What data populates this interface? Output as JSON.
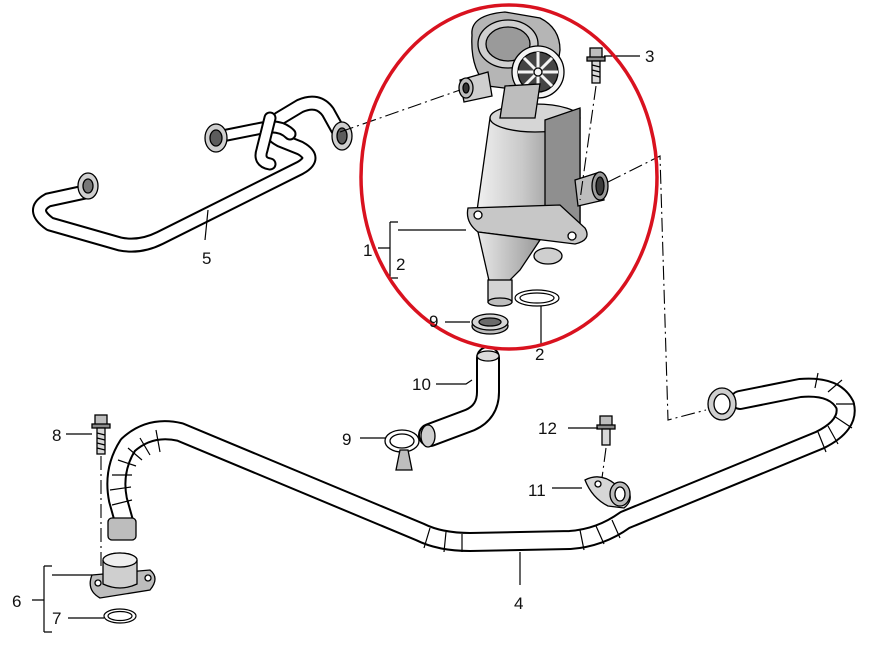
{
  "callouts": {
    "c1": "1",
    "c2a": "2",
    "c2b": "2",
    "c3": "3",
    "c4": "4",
    "c5": "5",
    "c6": "6",
    "c7": "7",
    "c8": "8",
    "c9a": "9",
    "c9b": "9",
    "c10": "10",
    "c11": "11",
    "c12": "12"
  },
  "colors": {
    "highlight_ring": "#d9121f",
    "ink": "#000000",
    "part_gray": "#bdbdbd",
    "part_dark": "#8a8a8a",
    "part_light": "#e6e6e6"
  }
}
